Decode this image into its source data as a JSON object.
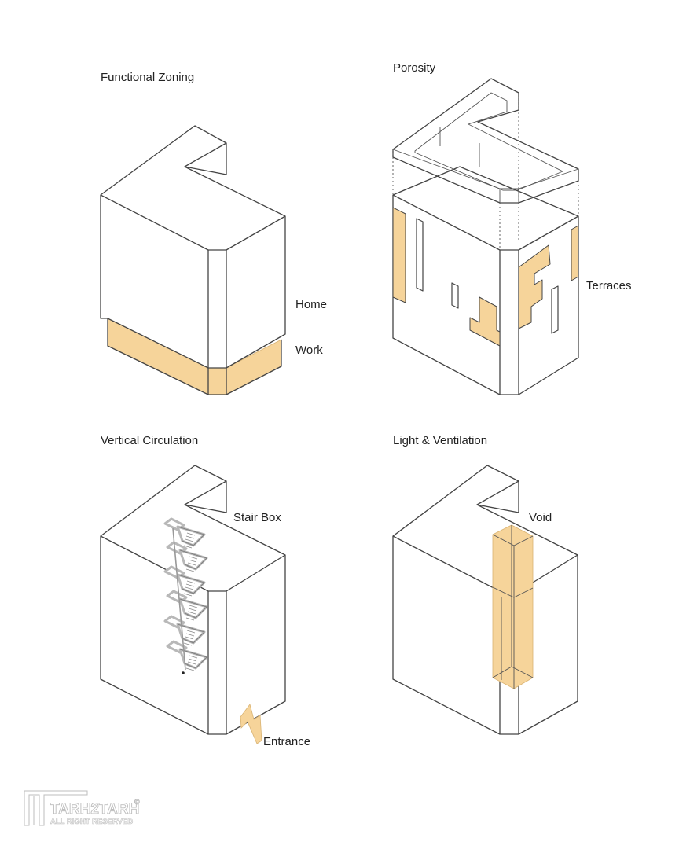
{
  "accent_color": "#f6d49a",
  "accent_stroke": "#d9b373",
  "diagrams": {
    "zoning": {
      "title": "Functional Zoning",
      "labels": {
        "home": "Home",
        "work": "Work"
      }
    },
    "porosity": {
      "title": "Porosity",
      "labels": {
        "terraces": "Terraces"
      }
    },
    "circulation": {
      "title": "Vertical Circulation",
      "labels": {
        "stair_box": "Stair Box",
        "entrance": "Entrance"
      }
    },
    "light": {
      "title": "Light & Ventilation",
      "labels": {
        "void": "Void"
      }
    }
  },
  "logo": {
    "name": "TARH2TARH",
    "subtitle": "ALL RIGHT RESERVED",
    "mark": "©",
    "icon": "column-logo-icon"
  }
}
